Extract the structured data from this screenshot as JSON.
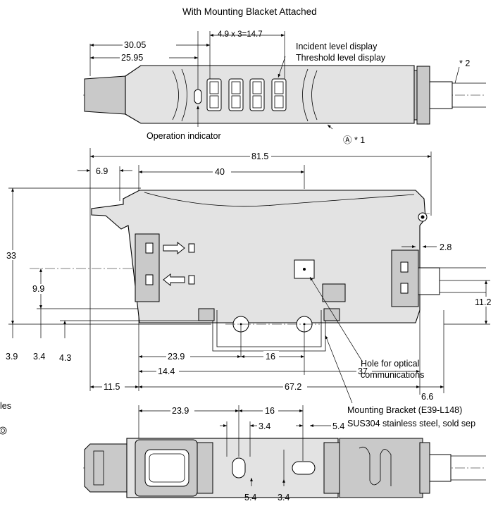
{
  "title": "With Mounting Blacket Attached",
  "top_view": {
    "dims": {
      "d30_05": "30.05",
      "d25_95": "25.95",
      "d4_9": "4.9 x 3=14.7"
    },
    "labels": {
      "incident": "Incident level display",
      "threshold": "Threshold level display",
      "operation": "Operation indicator",
      "note_a": "Ⓐ * 1",
      "note_2": "* 2"
    }
  },
  "front_view": {
    "dims": {
      "d81_5": "81.5",
      "d6_9": "6.9",
      "d40": "40",
      "d33": "33",
      "d9_9": "9.9",
      "d3_9": "3.9",
      "d3_4": "3.4",
      "d4_3": "4.3",
      "d2_8": "2.8",
      "d11_2": "11.2",
      "d23_9": "23.9",
      "d16": "16",
      "d14_4": "14.4",
      "d37": "37",
      "d11_5": "11.5",
      "d67_2": "67.2",
      "d6_6": "6.6"
    },
    "labels": {
      "hole_1": "Hole for optical",
      "hole_2": "communications",
      "bracket_1": "Mounting Bracket (E39-L148)",
      "bracket_2": "SUS304 stainless steel, sold sep"
    }
  },
  "bottom_view": {
    "dims": {
      "d23_9": "23.9",
      "d16": "16",
      "d3_4a": "3.4",
      "d5_4a": "5.4",
      "d5_4b": "5.4",
      "d3_4b": "3.4"
    }
  },
  "left_fragment": "les"
}
